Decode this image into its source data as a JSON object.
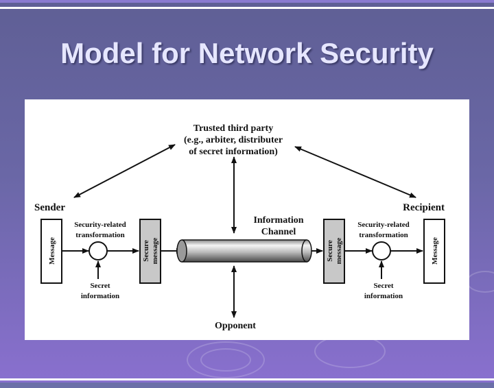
{
  "slide": {
    "title": "Model for Network Security"
  },
  "diagram": {
    "trusted_third_party": [
      "Trusted third party",
      "(e.g., arbiter, distributer",
      "of secret information)"
    ],
    "sender_label": "Sender",
    "recipient_label": "Recipient",
    "left_transform": [
      "Security-related",
      "transformation"
    ],
    "right_transform": [
      "Security-related",
      "transformation"
    ],
    "left_secret": [
      "Secret",
      "information"
    ],
    "right_secret": [
      "Secret",
      "information"
    ],
    "left_message": "Message",
    "right_message": "Message",
    "left_secure_message": [
      "Secure",
      "message"
    ],
    "right_secure_message": [
      "Secure",
      "message"
    ],
    "channel_label": [
      "Information",
      "Channel"
    ],
    "opponent_label": "Opponent"
  },
  "colors": {
    "background_top": "#5f5f95",
    "background_bottom": "#8a70d0",
    "title": "#e6e6ff",
    "secure_box": "#c8c8c8"
  }
}
